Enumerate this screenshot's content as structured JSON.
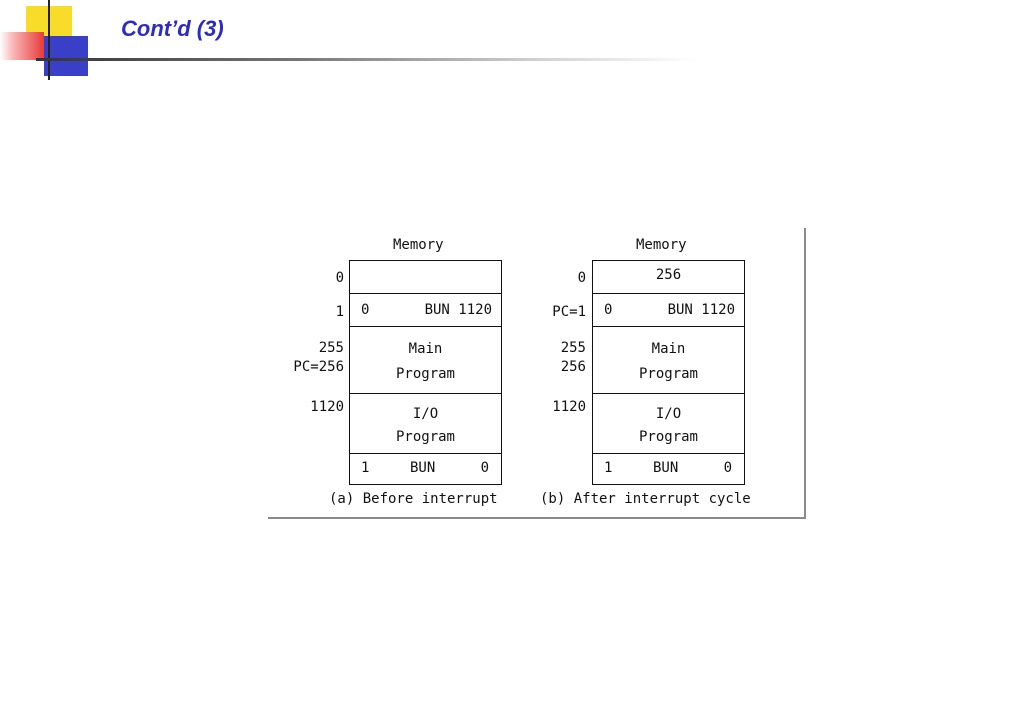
{
  "slide": {
    "title": "Cont’d (3)"
  },
  "diagram": {
    "left": {
      "header": "Memory",
      "addresses": {
        "a0": "0",
        "a1": "1",
        "a255": "255",
        "a256": "PC=256",
        "a1120": "1120"
      },
      "cells": {
        "c0": "",
        "c1_bit": "0",
        "c1_instr": "BUN 1120",
        "main_line1": "Main",
        "main_line2": "Program",
        "io_line1": "I/O",
        "io_line2": "Program",
        "last_bit": "1",
        "last_op": "BUN",
        "last_addr": "0"
      },
      "caption": "(a) Before interrupt"
    },
    "right": {
      "header": "Memory",
      "addresses": {
        "a0": "0",
        "a1": "PC=1",
        "a255": "255",
        "a256": "256",
        "a1120": "1120"
      },
      "cells": {
        "c0": "256",
        "c1_bit": "0",
        "c1_instr": "BUN 1120",
        "main_line1": "Main",
        "main_line2": "Program",
        "io_line1": "I/O",
        "io_line2": "Program",
        "last_bit": "1",
        "last_op": "BUN",
        "last_addr": "0"
      },
      "caption": "(b) After interrupt cycle"
    }
  }
}
